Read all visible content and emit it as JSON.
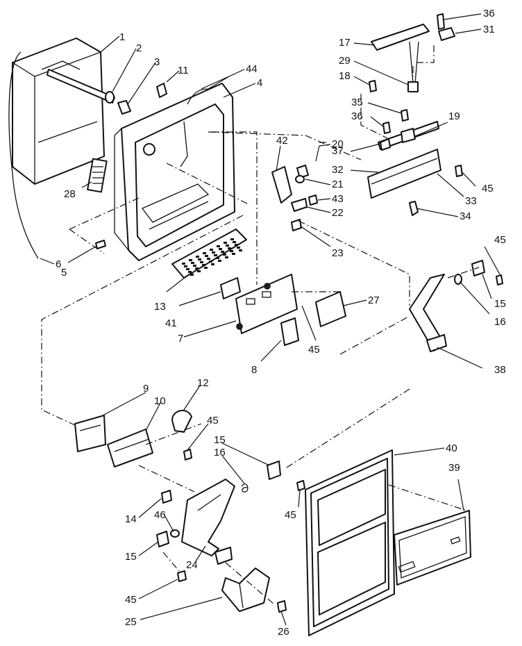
{
  "labels": {
    "p1": "1",
    "p2": "2",
    "p3": "3",
    "p4": "4",
    "p5": "5",
    "p6": "6",
    "p7": "7",
    "p8": "8",
    "p9": "9",
    "p10": "10",
    "p11": "11",
    "p12": "12",
    "p13": "13",
    "p14": "14",
    "p15a": "15",
    "p15b": "15",
    "p15c": "15",
    "p16a": "16",
    "p16b": "16",
    "p17": "17",
    "p18": "18",
    "p19": "19",
    "p20": "20",
    "p21": "21",
    "p22": "22",
    "p23": "23",
    "p24": "24",
    "p25": "25",
    "p26": "26",
    "p27": "27",
    "p28": "28",
    "p29": "29",
    "p31": "31",
    "p32": "32",
    "p33": "33",
    "p34": "34",
    "p35": "35",
    "p36a": "36",
    "p36b": "36",
    "p37": "37",
    "p38": "38",
    "p39": "39",
    "p40": "40",
    "p41": "41",
    "p42": "42",
    "p43": "43",
    "p44": "44",
    "p45a": "45",
    "p45b": "45",
    "p45c": "45",
    "p45d": "45",
    "p45e": "45",
    "p45f": "45",
    "p46": "46"
  }
}
